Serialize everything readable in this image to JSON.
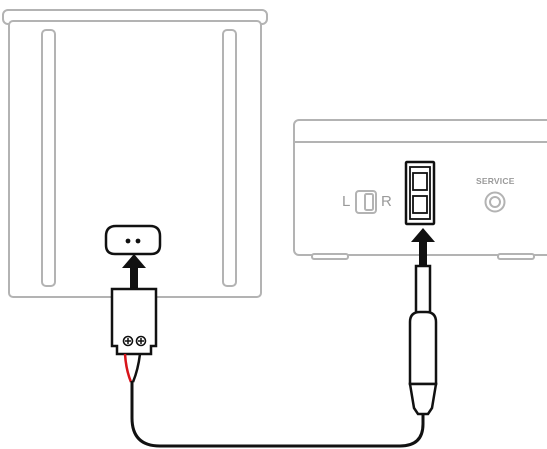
{
  "labels": {
    "left": "L",
    "right": "R",
    "service": "SERVICE"
  },
  "colors": {
    "device_outline": "#b3b3b3",
    "device_fill": "#ffffff",
    "connector": "#111111",
    "cable_black": "#111111",
    "cable_red": "#d7141a",
    "label_gray": "#9a9a9a"
  },
  "icons": {
    "connection_arrows": "arrow-up-icon",
    "terminal_marks": "plus-circle-icon"
  }
}
